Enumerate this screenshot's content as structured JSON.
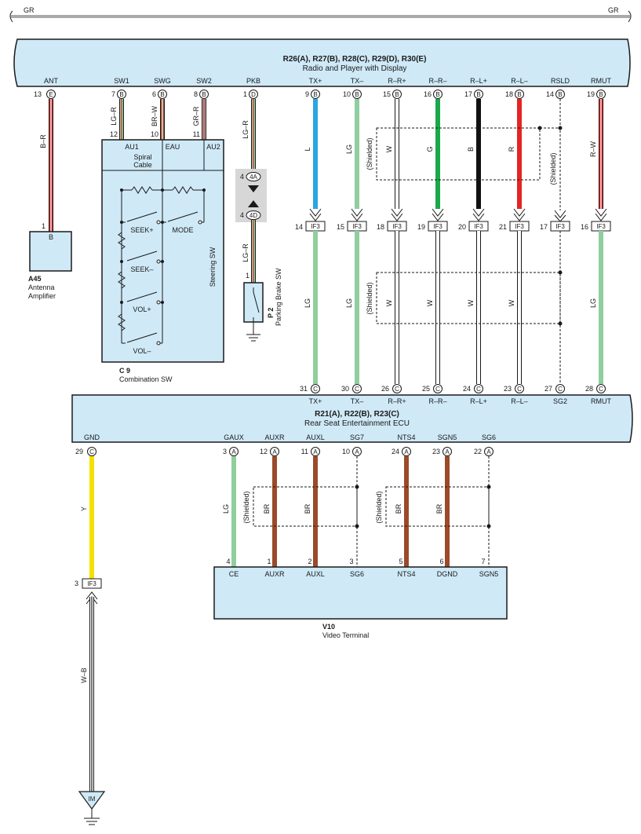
{
  "top_bar": {
    "left_label": "GR",
    "right_label": "GR"
  },
  "radio": {
    "code": "R26(A), R27(B), R28(C), R29(D), R30(E)",
    "name": "Radio and Player with Display",
    "pins": [
      {
        "label": "ANT",
        "num": "13",
        "conn": "E"
      },
      {
        "label": "SW1",
        "num": "7",
        "conn": "B"
      },
      {
        "label": "SWG",
        "num": "6",
        "conn": "B"
      },
      {
        "label": "SW2",
        "num": "8",
        "conn": "B"
      },
      {
        "label": "PKB",
        "num": "1",
        "conn": "D"
      },
      {
        "label": "TX+",
        "num": "9",
        "conn": "B"
      },
      {
        "label": "TX–",
        "num": "10",
        "conn": "B"
      },
      {
        "label": "R–R+",
        "num": "15",
        "conn": "B"
      },
      {
        "label": "R–R–",
        "num": "16",
        "conn": "B"
      },
      {
        "label": "R–L+",
        "num": "17",
        "conn": "B"
      },
      {
        "label": "R–L–",
        "num": "18",
        "conn": "B"
      },
      {
        "label": "RSLD",
        "num": "14",
        "conn": "B"
      },
      {
        "label": "RMUT",
        "num": "19",
        "conn": "B"
      }
    ]
  },
  "wires_top": [
    {
      "name": "B–R",
      "color": "#d42a2a"
    },
    {
      "name": "LG–R",
      "color": "#8fcf9e"
    },
    {
      "name": "BR–W",
      "color": "#9b4a2a"
    },
    {
      "name": "GR–R",
      "color": "#aaaaaa"
    },
    {
      "name": "LG–R",
      "color": "#8fcf9e"
    },
    {
      "name": "L",
      "color": "#2aa6e0"
    },
    {
      "name": "LG",
      "color": "#8fcf9e"
    },
    {
      "name": "W",
      "color": "#ffffff"
    },
    {
      "name": "G",
      "color": "#1aa84a"
    },
    {
      "name": "B",
      "color": "#111111"
    },
    {
      "name": "R",
      "color": "#e52424"
    },
    {
      "name": "R–W",
      "color": "#e52424"
    }
  ],
  "shielded_label": "(Shielded)",
  "antenna": {
    "pin": "1",
    "pin_label": "B",
    "code": "A45",
    "name_line1": "Antenna",
    "name_line2": "Amplifier"
  },
  "combo": {
    "pins": [
      {
        "label": "AU1",
        "num": "12"
      },
      {
        "label": "EAU",
        "num": "10"
      },
      {
        "label": "AU2",
        "num": "11"
      }
    ],
    "spiral_line1": "Spiral",
    "spiral_line2": "Cable",
    "steering": "Steering SW",
    "switches": [
      "SEEK+",
      "MODE",
      "SEEK–",
      "VOL+",
      "VOL–"
    ],
    "code": "C 9",
    "name": "Combination SW"
  },
  "pkb_connectors": [
    {
      "num": "4",
      "conn": "4A"
    },
    {
      "num": "4",
      "conn": "4D"
    }
  ],
  "parking": {
    "wire": "LG–R",
    "pin": "1",
    "code": "P 2",
    "name": "Parking Brake SW"
  },
  "if3": {
    "tag": "IF3",
    "top_nums": [
      "14",
      "15",
      "18",
      "19",
      "20",
      "21",
      "17",
      "16"
    ],
    "lower_wires": [
      "LG",
      "LG",
      "W",
      "W",
      "W",
      "W",
      "",
      "LG"
    ],
    "ecu_nums": [
      "31",
      "30",
      "26",
      "25",
      "24",
      "23",
      "27",
      "28"
    ],
    "ecu_conn": "C"
  },
  "ecu": {
    "pins_top": [
      "TX+",
      "TX–",
      "R–R+",
      "R–R–",
      "R–L+",
      "R–L–",
      "SG2",
      "RMUT"
    ],
    "code": "R21(A), R22(B), R23(C)",
    "name": "Rear Seat Entertainment ECU",
    "pins_bottom": [
      {
        "label": "GND",
        "num": "29",
        "conn": "C"
      },
      {
        "label": "GAUX",
        "num": "3",
        "conn": "A"
      },
      {
        "label": "AUXR",
        "num": "12",
        "conn": "A"
      },
      {
        "label": "AUXL",
        "num": "11",
        "conn": "A"
      },
      {
        "label": "SG7",
        "num": "10",
        "conn": "A"
      },
      {
        "label": "NTS4",
        "num": "24",
        "conn": "A"
      },
      {
        "label": "SGN5",
        "num": "23",
        "conn": "A"
      },
      {
        "label": "SG6",
        "num": "22",
        "conn": "A"
      }
    ]
  },
  "wires_bottom": [
    {
      "name": "Y",
      "color": "#f5e000"
    },
    {
      "name": "LG",
      "color": "#8fcf9e"
    },
    {
      "name": "BR",
      "color": "#9b4a2a"
    },
    {
      "name": "BR",
      "color": "#9b4a2a"
    },
    {
      "name": "BR",
      "color": "#9b4a2a"
    },
    {
      "name": "BR",
      "color": "#9b4a2a"
    }
  ],
  "gnd_if3": {
    "num": "3",
    "tag": "IF3"
  },
  "ground_wire": "W–B",
  "ground_tag": "IM",
  "video": {
    "pins": [
      {
        "label": "CE",
        "num": "4"
      },
      {
        "label": "AUXR",
        "num": "1"
      },
      {
        "label": "AUXL",
        "num": "2"
      },
      {
        "label": "SG6",
        "num": "3"
      },
      {
        "label": "NTS4",
        "num": "5"
      },
      {
        "label": "DGND",
        "num": "6"
      },
      {
        "label": "SGN5",
        "num": "7"
      }
    ],
    "code": "V10",
    "name": "Video Terminal"
  }
}
